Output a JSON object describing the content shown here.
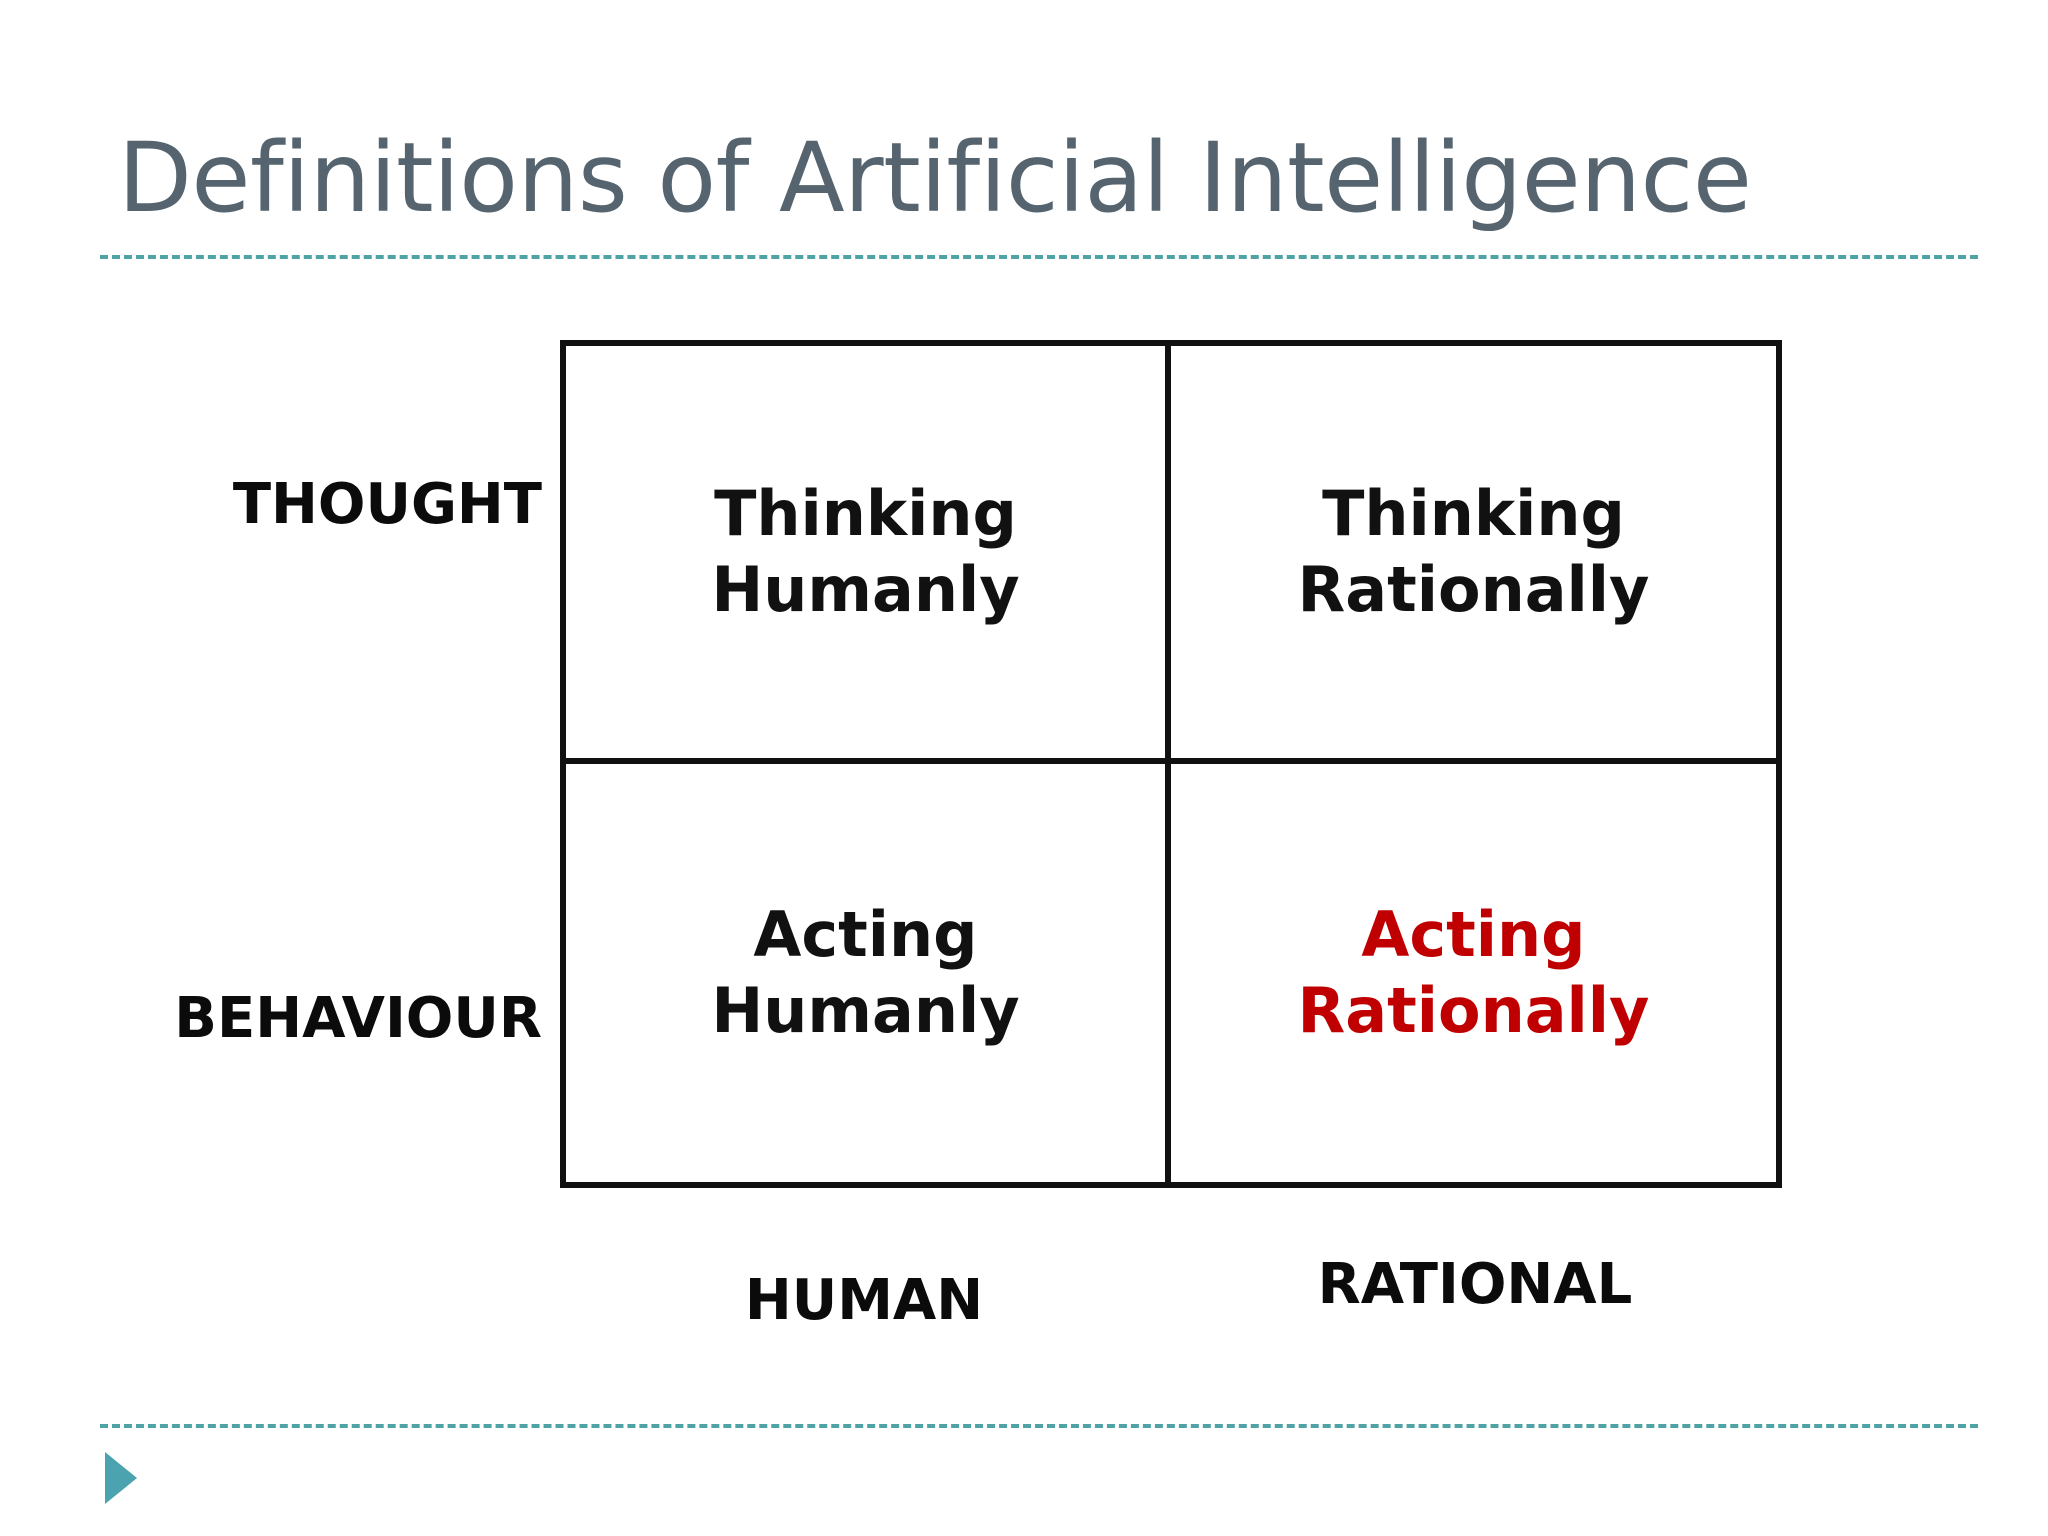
{
  "slide": {
    "title": "Definitions of Artificial Intelligence",
    "background_color": "#FFFFFF",
    "title_color": "#55646E",
    "rule_color": "#4FA3A5",
    "accent_color": "#C00000",
    "arrow_color": "#4BA3B0",
    "border_color": "#111111"
  },
  "matrix": {
    "row_labels": [
      {
        "label": "THOUGHT"
      },
      {
        "label": "BEHAVIOUR"
      }
    ],
    "column_labels": [
      {
        "label": "HUMAN"
      },
      {
        "label": "RATIONAL"
      }
    ],
    "cells": [
      {
        "line1": "Thinking",
        "line2": "Humanly",
        "highlighted": false
      },
      {
        "line1": "Thinking",
        "line2": "Rationally",
        "highlighted": false
      },
      {
        "line1": "Acting",
        "line2": "Humanly",
        "highlighted": false
      },
      {
        "line1": "Acting",
        "line2": "Rationally",
        "highlighted": true
      }
    ]
  },
  "footer": {
    "bullet_icon": "triangle-right-icon"
  }
}
